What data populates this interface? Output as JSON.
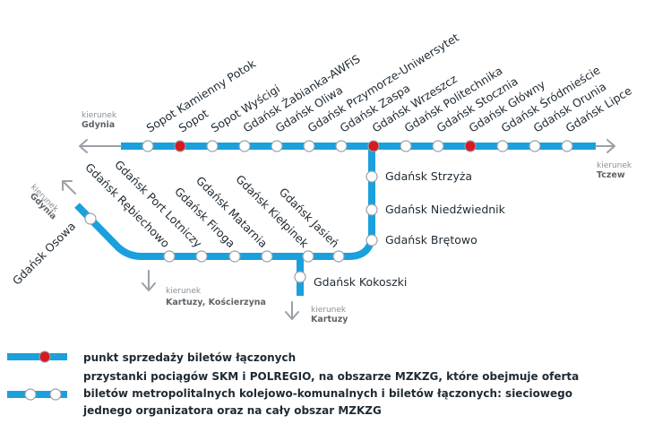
{
  "stations_top": [
    "Sopot Kamienny Potok",
    "Sopot",
    "Sopot Wyścigi",
    "Gdańsk Żabianka-AWFiS",
    "Gdańsk Oliwa",
    "Gdańsk Przymorze-Uniwersytet",
    "Gdańsk Zaspa",
    "Gdańsk Wrzeszcz",
    "Gdańsk Politechnika",
    "Gdańsk Stocznia",
    "Gdańsk Główny",
    "Gdańsk Śródmieście",
    "Gdańsk Orunia",
    "Gdańsk Lipce"
  ],
  "stations_vertical": [
    "Gdańsk Strzyża",
    "Gdańsk Niedźwiednik",
    "Gdańsk Brętowo"
  ],
  "stations_lower": [
    "Gdańsk Osowa",
    "Gdańsk Rębiechowo",
    "Gdańsk Port Lotniczy",
    "Gdańsk Firoga",
    "Gdańsk Matarnia",
    "Gdańsk Kiełpinek",
    "Gdańsk Jasień"
  ],
  "station_kokoszki": "Gdańsk Kokoszki",
  "directions": {
    "gdynia_top": {
      "small": "kierunek",
      "big": "Gdynia"
    },
    "tczew": {
      "small": "kierunek",
      "big": "Tczew"
    },
    "gdynia_left": {
      "small": "kierunek",
      "big": "Gdynia"
    },
    "kartuzy_koscierzyna": {
      "small": "kierunek",
      "big": "Kartuzy, Kościerzyna"
    },
    "kartuzy": {
      "small": "kierunek",
      "big": "Kartuzy"
    }
  },
  "legend": {
    "item1": "punkt sprzedaży biletów łączonych",
    "item2_line1": "przystanki pociągów SKM i POLREGIO, na obszarze MZKZG, które obejmuje oferta",
    "item2_line2": "biletów metropolitalnych kolejowo-komunalnych i biletów łączonych: sieciowego",
    "item2_line3": "jednego organizatora oraz na cały obszar MZKZG"
  },
  "colors": {
    "line": "#1aa0dc",
    "sale_point": "#d71920",
    "stop": "#ffffff",
    "arrow": "#9aa0a6"
  }
}
